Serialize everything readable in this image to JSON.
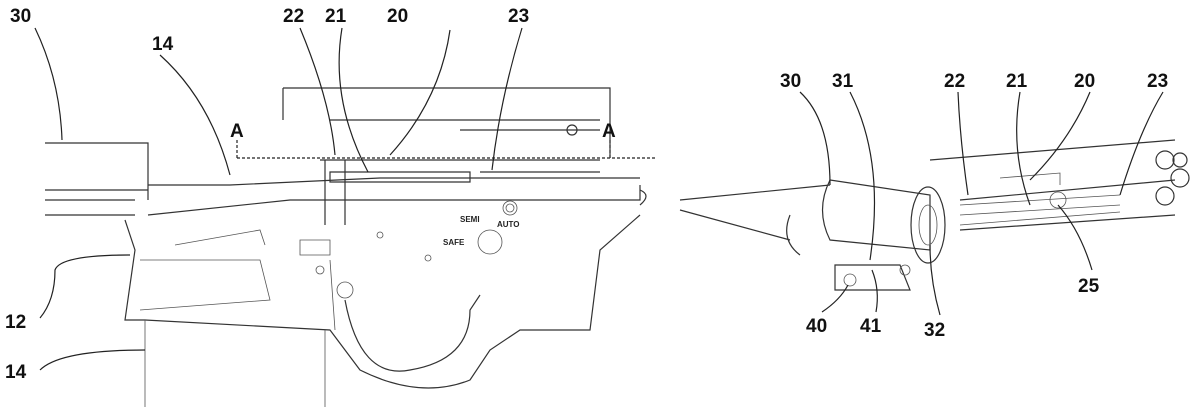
{
  "left_figure": {
    "labels": {
      "l30": "30",
      "l14a": "14",
      "l22": "22",
      "l21": "21",
      "l20": "20",
      "l23": "23",
      "a_left": "A",
      "a_right": "A",
      "l12": "12",
      "l14b": "14"
    },
    "markings": {
      "semi": "SEMI",
      "auto": "AUTO",
      "safe": "SAFE"
    }
  },
  "right_figure": {
    "labels": {
      "l30": "30",
      "l31": "31",
      "l22": "22",
      "l21": "21",
      "l20": "20",
      "l23": "23",
      "l25": "25",
      "l40": "40",
      "l41": "41",
      "l32": "32"
    }
  }
}
